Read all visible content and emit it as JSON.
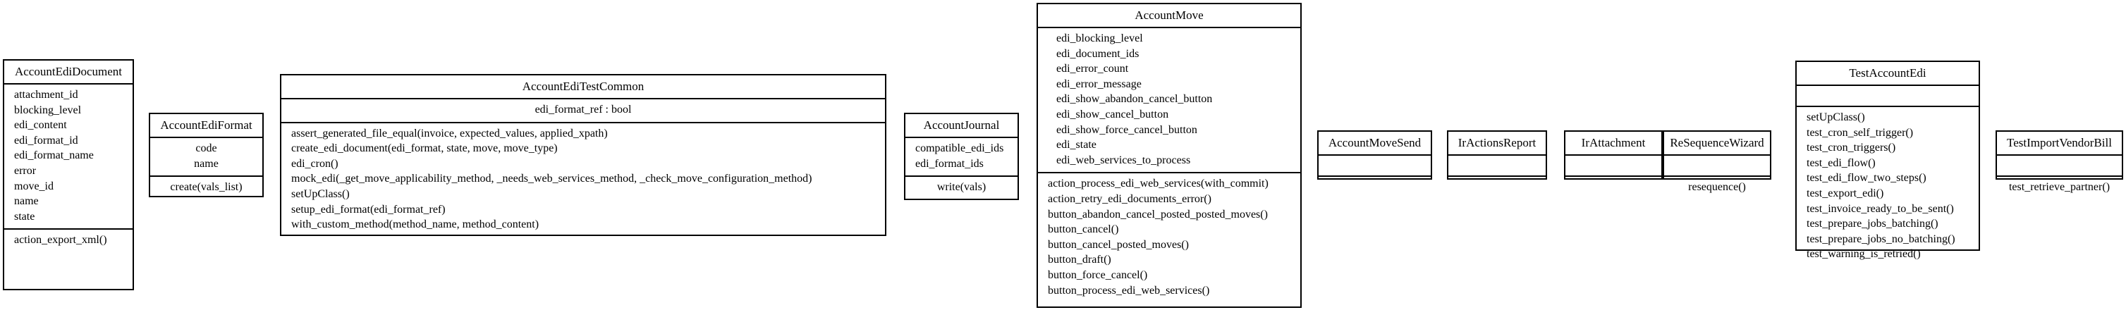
{
  "classes": {
    "account_edi_document": {
      "name": "AccountEdiDocument",
      "attributes": [
        "attachment_id",
        "blocking_level",
        "edi_content",
        "edi_format_id",
        "edi_format_name",
        "error",
        "move_id",
        "name",
        "state"
      ],
      "methods": [
        "action_export_xml()"
      ]
    },
    "account_edi_format": {
      "name": "AccountEdiFormat",
      "attributes": [
        "code",
        "name"
      ],
      "methods": [
        "create(vals_list)"
      ]
    },
    "account_edi_test_common": {
      "name": "AccountEdiTestCommon",
      "attributes": [
        "edi_format_ref : bool"
      ],
      "methods": [
        "assert_generated_file_equal(invoice, expected_values, applied_xpath)",
        "create_edi_document(edi_format, state, move, move_type)",
        "edi_cron()",
        "mock_edi(_get_move_applicability_method, _needs_web_services_method, _check_move_configuration_method)",
        "setUpClass()",
        "setup_edi_format(edi_format_ref)",
        "with_custom_method(method_name, method_content)"
      ]
    },
    "account_journal": {
      "name": "AccountJournal",
      "attributes": [
        "compatible_edi_ids",
        "edi_format_ids"
      ],
      "methods": [
        "write(vals)"
      ]
    },
    "account_move": {
      "name": "AccountMove",
      "attributes": [
        "edi_blocking_level",
        "edi_document_ids",
        "edi_error_count",
        "edi_error_message",
        "edi_show_abandon_cancel_button",
        "edi_show_cancel_button",
        "edi_show_force_cancel_button",
        "edi_state",
        "edi_web_services_to_process"
      ],
      "methods": [
        "action_process_edi_web_services(with_commit)",
        "action_retry_edi_documents_error()",
        "button_abandon_cancel_posted_posted_moves()",
        "button_cancel()",
        "button_cancel_posted_moves()",
        "button_draft()",
        "button_force_cancel()",
        "button_process_edi_web_services()"
      ]
    },
    "account_move_send": {
      "name": "AccountMoveSend",
      "attributes": [],
      "methods": []
    },
    "ir_actions_report": {
      "name": "IrActionsReport",
      "attributes": [],
      "methods": []
    },
    "ir_attachment": {
      "name": "IrAttachment",
      "attributes": [],
      "methods": []
    },
    "re_sequence_wizard": {
      "name": "ReSequenceWizard",
      "attributes": [],
      "methods": [
        "resequence()"
      ]
    },
    "test_account_edi": {
      "name": "TestAccountEdi",
      "attributes": [],
      "methods": [
        "setUpClass()",
        "test_cron_self_trigger()",
        "test_cron_triggers()",
        "test_edi_flow()",
        "test_edi_flow_two_steps()",
        "test_export_edi()",
        "test_invoice_ready_to_be_sent()",
        "test_prepare_jobs_batching()",
        "test_prepare_jobs_no_batching()",
        "test_warning_is_retried()"
      ]
    },
    "test_import_vendor_bill": {
      "name": "TestImportVendorBill",
      "attributes": [],
      "methods": [
        "test_retrieve_partner()"
      ]
    }
  }
}
